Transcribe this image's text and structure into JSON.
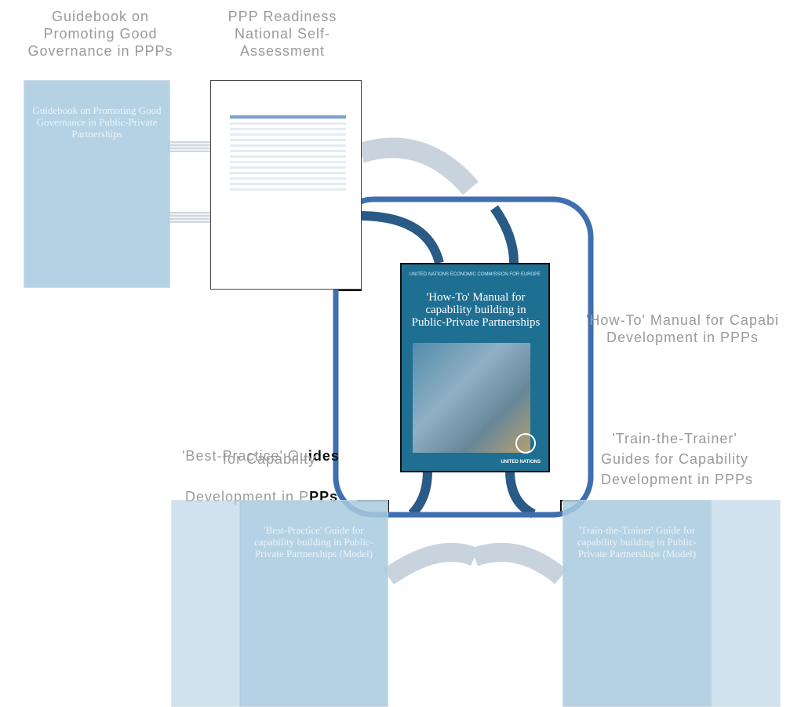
{
  "labels": {
    "guidebook": "Guidebook on\nPromoting Good\nGovernance in PPPs",
    "readiness": "PPP Readiness\nNational Self-\nAssessment",
    "how_to": "'How-To' Manual  for Capabi\nDevelopment in PPPs",
    "best_practice_1": "'Best-Practice' Gu",
    "best_practice_2": "for Capability",
    "best_practice_3": "Development in P",
    "best_practice_bold_1": "ides",
    "best_practice_bold_3": "PPs",
    "train_1": "'Train-the-Trainer'",
    "train_2": "Guides for Capability",
    "train_3": "Development in PPPs"
  },
  "covers": {
    "guidebook_title": "Guidebook on Promoting Good Governance in Public-Private Partnerships",
    "main_top": "UNITED NATIONS ECONOMIC COMMISSION FOR EUROPE",
    "main_title": "'How-To' Manual for capability building in Public-Private Partnerships",
    "main_un": "UNITED NATIONS",
    "best_title": "'Best-Practice' Guide for capability building in Public-Private Partnerships (Model)",
    "train_title": "'Train-the-Trainer' Guide for capability building in Public-Private Partnerships (Model)"
  },
  "colors": {
    "highlight_border": "#3f6fae",
    "pipe_dark": "#2a5a86",
    "faded_cover": "#a9cbe0",
    "main_cover": "#1f6f93"
  }
}
